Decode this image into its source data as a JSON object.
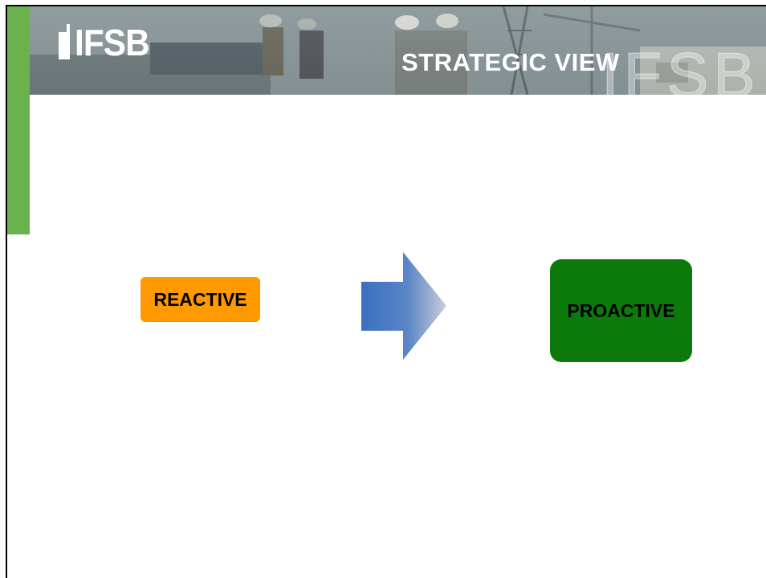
{
  "header": {
    "logo_text": "IFSB",
    "title": "STRATEGIC VIEW",
    "watermark_text": "IFSB"
  },
  "diagram": {
    "from_label": "REACTIVE",
    "to_label": "PROACTIVE",
    "arrow_direction": "right"
  },
  "colors": {
    "accent_green": "#6ab24b",
    "reactive_box": "#ff9900",
    "proactive_box": "#0b7a0b",
    "arrow_start": "#3a6fc0",
    "arrow_end": "#c8cfd8"
  }
}
